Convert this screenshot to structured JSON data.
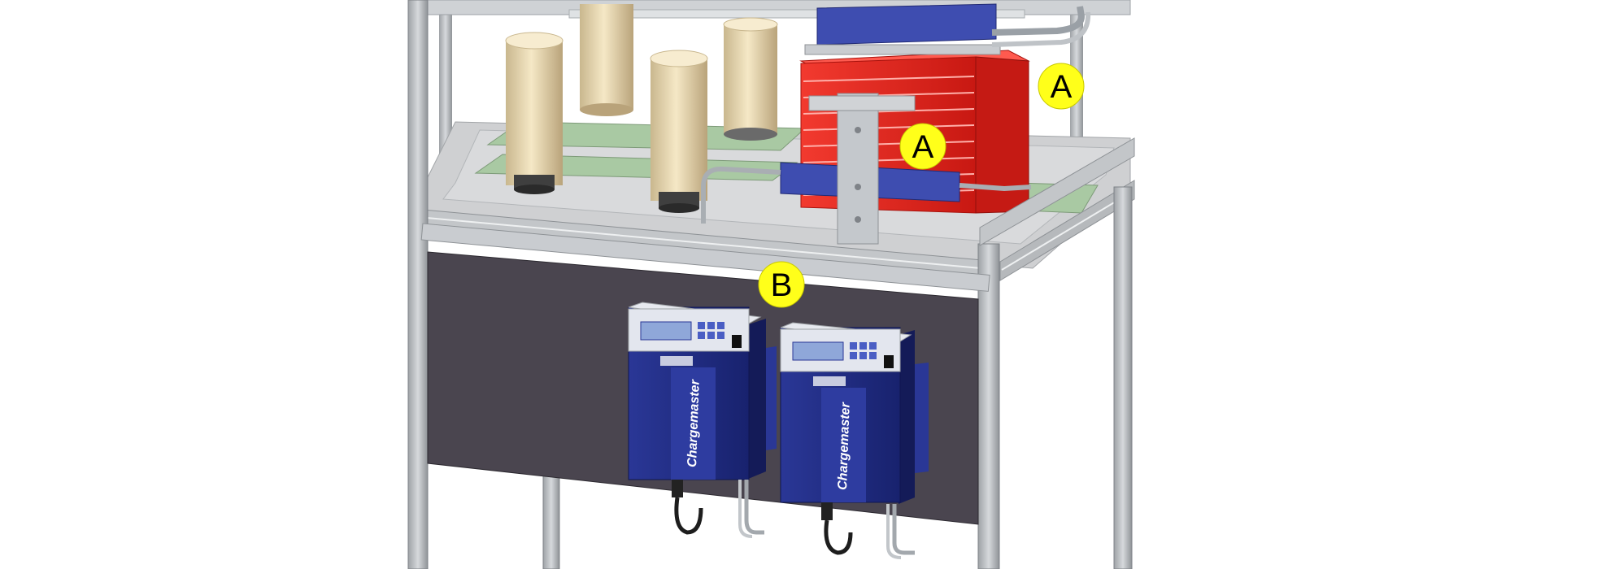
{
  "callouts": [
    {
      "id": "A-upper",
      "label": "A"
    },
    {
      "id": "A-lower",
      "label": "A"
    },
    {
      "id": "B",
      "label": "B"
    }
  ],
  "chargers": [
    {
      "brand": "Chargemaster",
      "display": ""
    },
    {
      "brand": "Chargemaster",
      "display": ""
    }
  ],
  "colors": {
    "frame": "#b8bcc0",
    "frame_dark": "#8e9296",
    "panel": "#4a454f",
    "electrode_red": "#e8231f",
    "bar_blue": "#3a4aa8",
    "roll": "#ecdcb4",
    "charger_blue": "#1f2c86",
    "callout_yellow": "#ffff1a",
    "belt_green": "#8fb98a"
  }
}
